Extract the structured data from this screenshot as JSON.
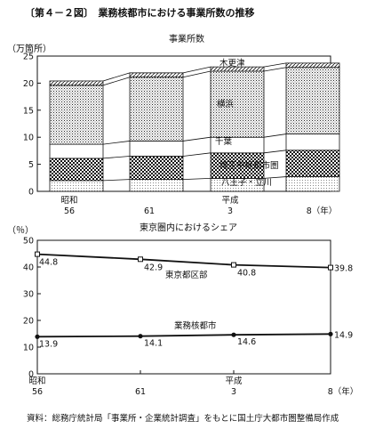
{
  "page_title": "〔第４－２図〕　業務核都市における事業所数の推移",
  "source_note": "資料：総務庁統計局「事業所・企業統計調査」をもとに国土庁大都市圏整備局作成",
  "chart_data": [
    {
      "type": "bar",
      "stacked": true,
      "title": "事業所数",
      "ylabel": "（万箇所）",
      "ylim": [
        0,
        25
      ],
      "yticks": [
        "0",
        "5",
        "10",
        "15",
        "20",
        "25"
      ],
      "categories": [
        {
          "line1": "昭和",
          "line2": "56"
        },
        {
          "line1": "",
          "line2": "61"
        },
        {
          "line1": "平成",
          "line2": "3"
        },
        {
          "line1": "",
          "line2": "8（年）"
        }
      ],
      "series": [
        {
          "name": "八王子・立川",
          "values": [
            2.0,
            2.2,
            2.4,
            2.7
          ]
        },
        {
          "name": "埼玉中枢都市圏",
          "values": [
            4.1,
            4.3,
            4.7,
            4.9
          ]
        },
        {
          "name": "千葉",
          "values": [
            2.6,
            2.8,
            2.9,
            3.0
          ]
        },
        {
          "name": "横浜",
          "values": [
            10.9,
            11.8,
            12.2,
            12.3
          ]
        },
        {
          "name": "木更津",
          "values": [
            0.8,
            0.8,
            0.8,
            0.8
          ]
        }
      ],
      "colors": {
        "line": "#111111",
        "bg": "#ffffff"
      }
    },
    {
      "type": "line",
      "title": "東京圏内におけるシェア",
      "ylabel": "（％）",
      "ylim": [
        0,
        50
      ],
      "yticks": [
        "0",
        "10",
        "20",
        "30",
        "40",
        "50"
      ],
      "categories": [
        {
          "line1": "昭和",
          "line2": "56"
        },
        {
          "line1": "",
          "line2": "61"
        },
        {
          "line1": "平成",
          "line2": "3"
        },
        {
          "line1": "",
          "line2": "8（年）"
        }
      ],
      "series": [
        {
          "name": "東京都区部",
          "values": [
            44.8,
            42.9,
            40.8,
            39.8
          ],
          "labels": [
            "44.8",
            "42.9",
            "40.8",
            "39.8"
          ],
          "marker": "open-square"
        },
        {
          "name": "業務核都市",
          "values": [
            13.9,
            14.1,
            14.6,
            14.9
          ],
          "labels": [
            "13.9",
            "14.1",
            "14.6",
            "14.9"
          ],
          "marker": "filled-circle"
        }
      ]
    }
  ]
}
